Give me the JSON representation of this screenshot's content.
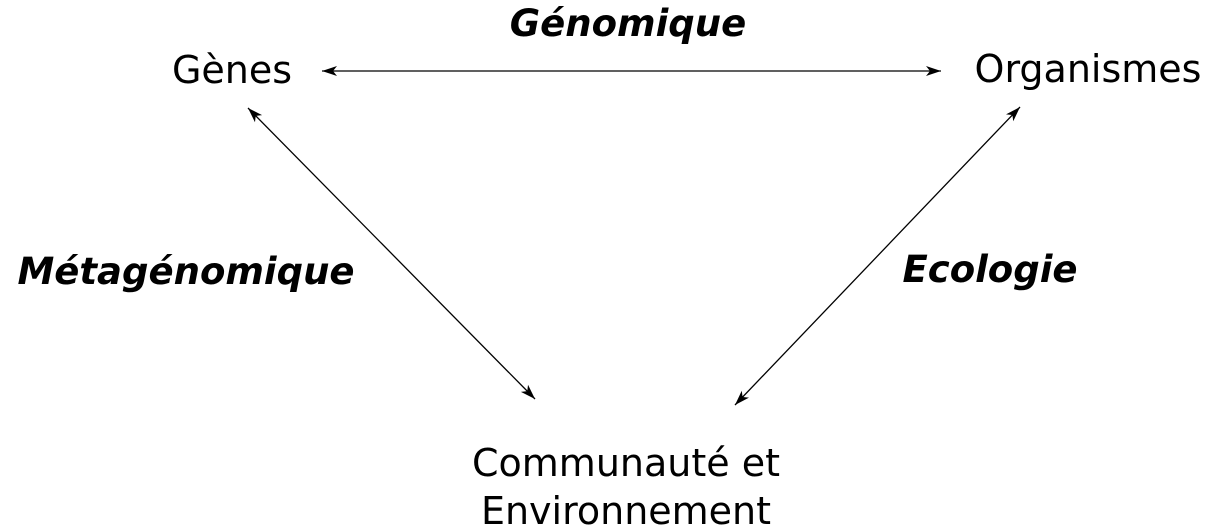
{
  "nodes": {
    "genes": "Gènes",
    "organismes": "Organismes",
    "communaute_line1": "Communauté et",
    "communaute_line2": "Environnement"
  },
  "edges": {
    "genomique": "Génomique",
    "metagenomique": "Métagénomique",
    "ecologie": "Ecologie"
  },
  "colors": {
    "ink": "#000000",
    "background": "#ffffff"
  }
}
